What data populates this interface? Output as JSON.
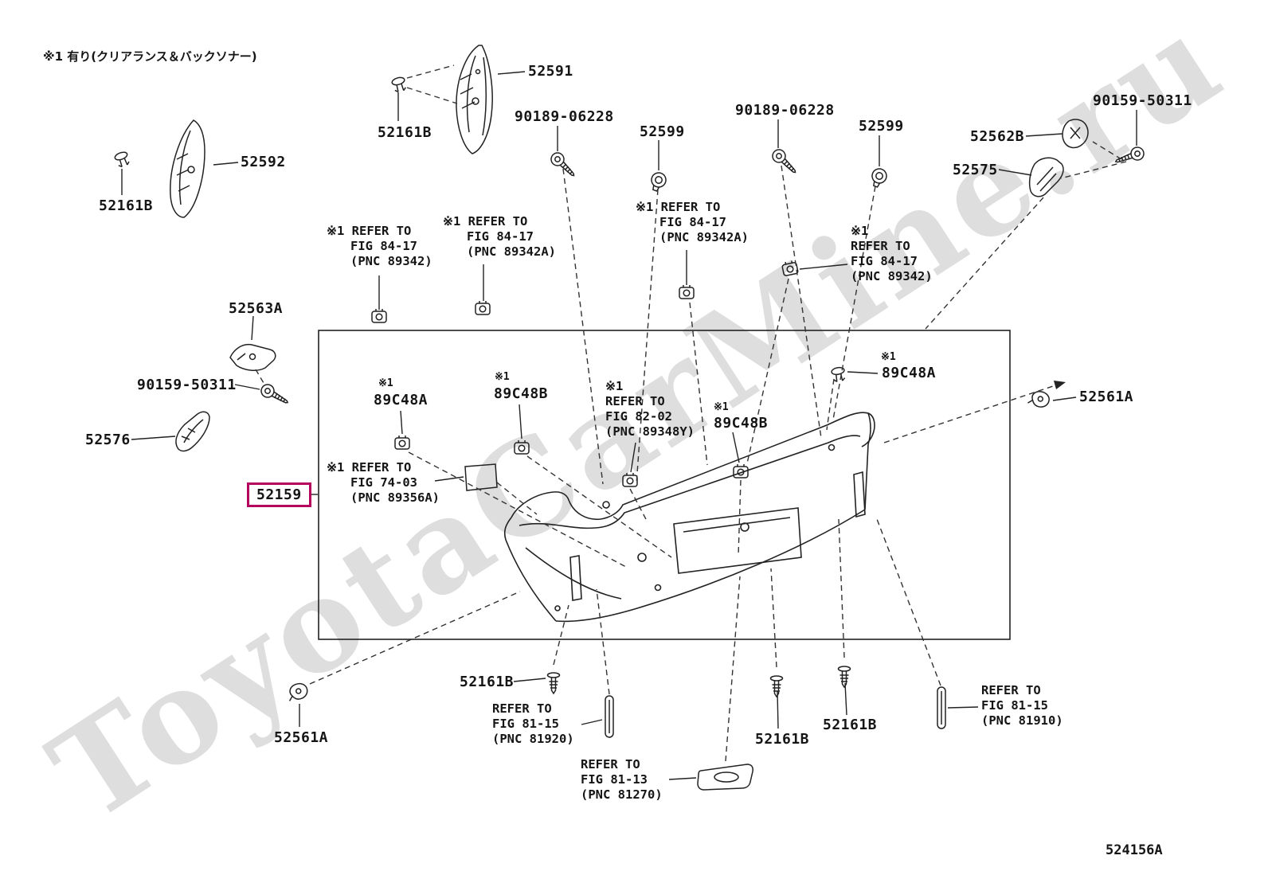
{
  "note_top": "※1 有り(クリアランス＆バックソナー)",
  "star": "※1",
  "diagram_code": "524156A",
  "watermark": "ToyotaCarMine.ru",
  "highlight_color": "#b5005f",
  "labels": {
    "p52591": "52591",
    "p52161B": "52161B",
    "p90189": "90189-06228",
    "p52599": "52599",
    "p90159": "90159-50311",
    "p52562B": "52562B",
    "p52575": "52575",
    "p52592": "52592",
    "p52563A": "52563A",
    "p52576": "52576",
    "p52159": "52159",
    "p89C48A": "89C48A",
    "p89C48B": "89C48B",
    "p52561A": "52561A"
  },
  "refs": {
    "a": [
      "※1 REFER TO",
      "FIG 84-17",
      "(PNC 89342)"
    ],
    "b": [
      "※1 REFER TO",
      "FIG 84-17",
      "(PNC 89342A)"
    ],
    "c": [
      "※1 REFER TO",
      "FIG 84-17",
      "(PNC 89342A)"
    ],
    "d": [
      "※1",
      "REFER TO",
      "FIG 84-17",
      "(PNC 89342)"
    ],
    "e": [
      "※1",
      "REFER TO",
      "FIG 82-02",
      "(PNC 89348Y)"
    ],
    "f": [
      "※1 REFER TO",
      "FIG 74-03",
      "(PNC 89356A)"
    ],
    "g": [
      "REFER TO",
      "FIG 81-15",
      "(PNC 81920)"
    ],
    "h": [
      "REFER TO",
      "FIG 81-13",
      "(PNC 81270)"
    ],
    "i": [
      "REFER TO",
      "FIG 81-15",
      "(PNC 81910)"
    ]
  }
}
